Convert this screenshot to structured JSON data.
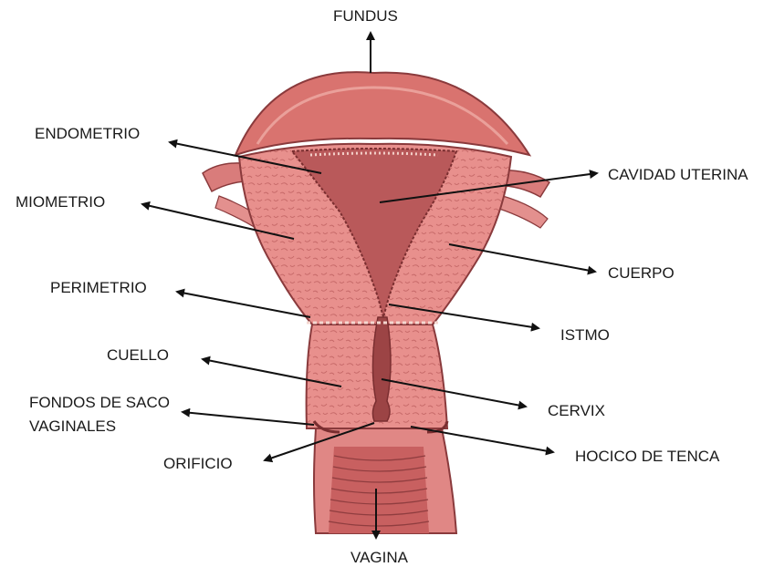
{
  "labels": {
    "fundus": "FUNDUS",
    "endometrio": "ENDOMETRIO",
    "miometrio": "MIOMETRIO",
    "perimetrio": "PERIMETRIO",
    "cuello": "CUELLO",
    "fondos_1": "FONDOS DE SACO",
    "fondos_2": "VAGINALES",
    "orificio": "ORIFICIO",
    "cavidad": "CAVIDAD UTERINA",
    "cuerpo": "CUERPO",
    "istmo": "ISTMO",
    "cervix": "CERVIX",
    "hocico": "HOCICO DE TENCA",
    "vagina": "VAGINA"
  },
  "colors": {
    "tissue": "#e58a88",
    "tissue_dark": "#c25a5c",
    "cavity": "#b9595a",
    "outline": "#8a3a3c",
    "arrow": "#111111"
  }
}
